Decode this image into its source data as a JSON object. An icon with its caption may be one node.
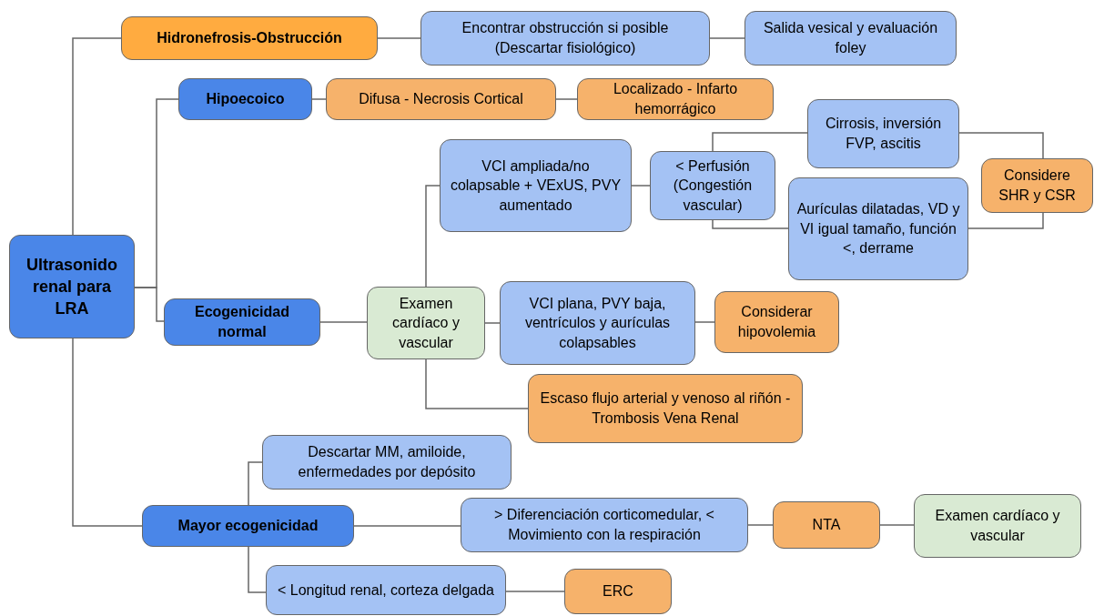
{
  "diagram": {
    "nodes": [
      {
        "text": [
          "Ultrasonido renal para LRA"
        ]
      },
      {
        "text": [
          "Hidronefrosis-Obstrucción"
        ]
      },
      {
        "text": [
          "Encontrar obstrucción si posible (Descartar fisiológico)"
        ]
      },
      {
        "text": [
          "Salida vesical y evaluación foley"
        ]
      },
      {
        "text": [
          "Hipoecoico"
        ]
      },
      {
        "text": [
          "Difusa - Necrosis Cortical"
        ]
      },
      {
        "text": [
          "Localizado - Infarto hemorrágico"
        ]
      },
      {
        "text": [
          "VCI ampliada/no colapsable + VExUS, PVY aumentado"
        ]
      },
      {
        "text": [
          "< Perfusión (Congestión vascular)"
        ]
      },
      {
        "text": [
          "Cirrosis, inversión FVP, ascitis"
        ]
      },
      {
        "text": [
          "Aurículas dilatadas, VD y VI igual tamaño, función <, derrame"
        ]
      },
      {
        "text": [
          "Considere SHR y CSR"
        ]
      },
      {
        "text": [
          "Ecogenicidad normal"
        ]
      },
      {
        "text": [
          "Examen cardíaco y vascular"
        ]
      },
      {
        "text": [
          "VCI plana, PVY baja, ventrículos y aurículas colapsables"
        ]
      },
      {
        "text": [
          "Considerar hipovolemia"
        ]
      },
      {
        "text": [
          "Escaso flujo arterial y venoso al riñón - Trombosis Vena Renal"
        ]
      },
      {
        "text": [
          "Mayor ecogenicidad"
        ]
      },
      {
        "text": [
          "Descartar MM, amiloide, enfermedades por depósito"
        ]
      },
      {
        "text": [
          "> Diferenciación corticomedular, < Movimiento con la respiración"
        ]
      },
      {
        "text": [
          "NTA"
        ]
      },
      {
        "text": [
          "Examen cardíaco y vascular"
        ]
      },
      {
        "text": [
          "< Longitud renal, corteza delgada"
        ]
      },
      {
        "text": [
          "ERC"
        ]
      }
    ],
    "edges": [
      {
        "from": 0,
        "to": 1,
        "arrow": "none"
      },
      {
        "from": 0,
        "to": 4,
        "arrow": "none"
      },
      {
        "from": 0,
        "to": 12,
        "arrow": "none"
      },
      {
        "from": 0,
        "to": 17,
        "arrow": "none"
      },
      {
        "from": 1,
        "to": 2,
        "arrow": "none"
      },
      {
        "from": 2,
        "to": 3,
        "arrow": "none"
      },
      {
        "from": 4,
        "to": 5,
        "arrow": "none"
      },
      {
        "from": 5,
        "to": 6,
        "arrow": "none"
      },
      {
        "from": 12,
        "to": 13,
        "arrow": "none"
      },
      {
        "from": 13,
        "to": 7,
        "arrow": "none"
      },
      {
        "from": 13,
        "to": 14,
        "arrow": "none"
      },
      {
        "from": 13,
        "to": 16,
        "arrow": "none"
      },
      {
        "from": 7,
        "to": 8,
        "arrow": "none"
      },
      {
        "from": 8,
        "to": 9,
        "arrow": "none"
      },
      {
        "from": 8,
        "to": 10,
        "arrow": "none"
      },
      {
        "from": 9,
        "to": 11,
        "arrow": "none"
      },
      {
        "from": 10,
        "to": 11,
        "arrow": "none"
      },
      {
        "from": 14,
        "to": 15,
        "arrow": "none"
      },
      {
        "from": 17,
        "to": 18,
        "arrow": "none"
      },
      {
        "from": 17,
        "to": 19,
        "arrow": "none"
      },
      {
        "from": 19,
        "to": 20,
        "arrow": "none"
      },
      {
        "from": 20,
        "to": 21,
        "arrow": "none"
      },
      {
        "from": 17,
        "to": 22,
        "arrow": "none"
      },
      {
        "from": 22,
        "to": 23,
        "arrow": "none"
      }
    ]
  }
}
